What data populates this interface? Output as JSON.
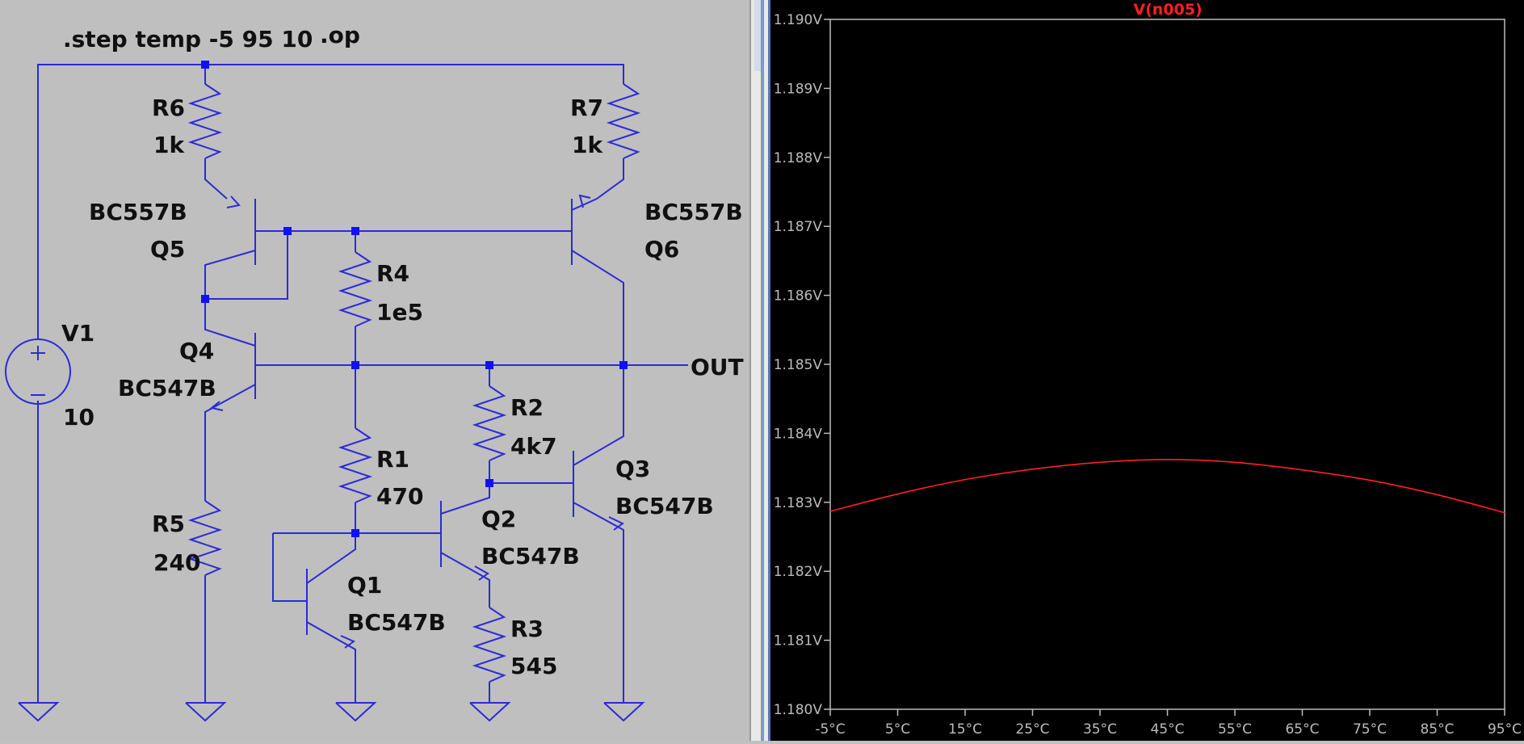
{
  "schematic": {
    "directives": ".step temp -5 95 10",
    "op_directive": ".op",
    "components": {
      "R6": {
        "name": "R6",
        "value": "1k"
      },
      "R7": {
        "name": "R7",
        "value": "1k"
      },
      "R4": {
        "name": "R4",
        "value": "1e5"
      },
      "R1": {
        "name": "R1",
        "value": "470"
      },
      "R2": {
        "name": "R2",
        "value": "4k7"
      },
      "R3": {
        "name": "R3",
        "value": "545"
      },
      "R5": {
        "name": "R5",
        "value": "240"
      },
      "Q1": {
        "name": "Q1",
        "model": "BC547B"
      },
      "Q2": {
        "name": "Q2",
        "model": "BC547B"
      },
      "Q3": {
        "name": "Q3",
        "model": "BC547B"
      },
      "Q4": {
        "name": "Q4",
        "model": "BC547B"
      },
      "Q5": {
        "name": "Q5",
        "model": "BC557B"
      },
      "Q6": {
        "name": "Q6",
        "model": "BC557B"
      },
      "V1": {
        "name": "V1",
        "value": "10"
      }
    },
    "out_label": "OUT",
    "wire_color": "#2b2bd6",
    "junction_color": "#1010ff"
  },
  "plot": {
    "trace_label": "V(n005)",
    "trace_color": "#ff2020",
    "axis_color": "#bcbcbc"
  },
  "chart_data": {
    "type": "line",
    "title": "V(n005)",
    "xlabel": "",
    "ylabel": "",
    "x": [
      -5,
      5,
      15,
      25,
      35,
      45,
      55,
      65,
      75,
      85,
      95
    ],
    "x_tick_labels": [
      "-5°C",
      "5°C",
      "15°C",
      "25°C",
      "35°C",
      "45°C",
      "55°C",
      "65°C",
      "75°C",
      "85°C",
      "95°C"
    ],
    "y_tick_labels": [
      "1.180V",
      "1.181V",
      "1.182V",
      "1.183V",
      "1.184V",
      "1.185V",
      "1.186V",
      "1.187V",
      "1.188V",
      "1.189V",
      "1.190V"
    ],
    "xlim": [
      -5,
      95
    ],
    "ylim": [
      1.18,
      1.19
    ],
    "series": [
      {
        "name": "V(n005)",
        "values": [
          1.18287,
          1.18312,
          1.18333,
          1.18348,
          1.18358,
          1.18362,
          1.18358,
          1.18347,
          1.18332,
          1.18311,
          1.18285
        ]
      }
    ]
  }
}
